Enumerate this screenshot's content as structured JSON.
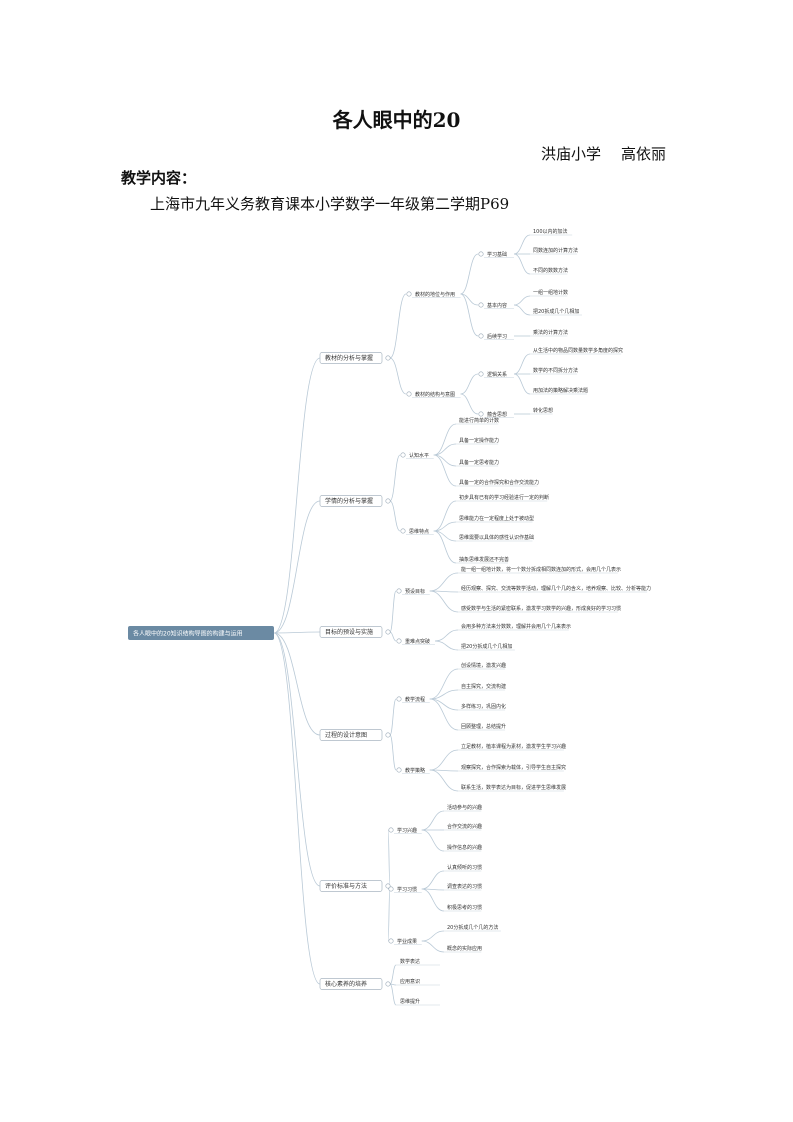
{
  "title": "各人眼中的20",
  "author": {
    "school": "洪庙小学",
    "name": "高依丽"
  },
  "section_label": "教学内容：",
  "course_ref": "上海市九年义务教育课本小学数学一年级第二学期P69",
  "mindmap": {
    "root": "各人眼中的20知识结构导图的构建与运用",
    "branches": [
      {
        "label": "教材的分析与掌握",
        "children": [
          {
            "label": "教材的地位与作用",
            "children": [
              {
                "label": "学习基础",
                "children": [
                  "100以内的加法",
                  "同数连加的计算方法",
                  "不同的数数方法"
                ]
              },
              {
                "label": "基本内容",
                "children": [
                  "一组一组地计数",
                  "把20拆成几个几相加"
                ]
              },
              {
                "label": "后续学习",
                "children": [
                  "乘法的计算方法"
                ]
              }
            ]
          },
          {
            "label": "教材的结构与意图",
            "children": [
              {
                "label": "逻辑关系",
                "children": [
                  "从生活中的物品同数量数学多角度的探究",
                  "数学的不同拆分方法",
                  "用加法的策略解决乘法题"
                ]
              },
              {
                "label": "蕴含思想",
                "children": [
                  "转化思想"
                ]
              }
            ]
          }
        ]
      },
      {
        "label": "学情的分析与掌握",
        "children": [
          {
            "label": "认知水平",
            "children": [
              "能进行简单的计数",
              "具备一定操作能力",
              "具备一定思考能力",
              "具备一定的合作探究和合作交流能力"
            ]
          },
          {
            "label": "思维特点",
            "children": [
              "初步具有已有的学习经验进行一定的判断",
              "思维能力在一定程度上处于被动型",
              "思维需要以具体的感性认识作基础",
              "抽象思维发展还不完善"
            ]
          }
        ]
      },
      {
        "label": "目标的预设与实施",
        "children": [
          {
            "label": "预设目标",
            "children": [
              "能一组一组地计数，将一个数分拆成相同数连加的形式，会用几个几表示",
              "经历观察、探究、交流等数学活动，理解几个几的含义，培养观察、比较、分析等能力",
              "感受数学与生活的紧密联系，激发学习数学的兴趣，形成良好的学习习惯"
            ]
          },
          {
            "label": "重难点突破",
            "children": [
              "会用多种方法来分数数，理解并会用几个几来表示",
              "把20分拆成几个几相加"
            ]
          }
        ]
      },
      {
        "label": "过程的设计意图",
        "children": [
          {
            "label": "教学流程",
            "children": [
              "创设情境，激发兴趣",
              "自主探究，交流构建",
              "多样练习，巩固内化",
              "回顾整理，总结提升"
            ]
          },
          {
            "label": "教学策略",
            "children": [
              "立足教材，植本课程为素材，激发学生学习兴趣",
              "观察探究，合作探索为载体，引导学生自主探究",
              "联系生活，数学表达为目标，促进学生思维发展"
            ]
          }
        ]
      },
      {
        "label": "评价标准与方法",
        "children": [
          {
            "label": "学习兴趣",
            "children": [
              "活动参与的兴趣",
              "合作交流的兴趣",
              "操作信息的兴趣"
            ]
          },
          {
            "label": "学习习惯",
            "children": [
              "认真倾听的习惯",
              "调查表达的习惯",
              "积极思考的习惯"
            ]
          },
          {
            "label": "学业成果",
            "children": [
              "20分拆成几个几的方法",
              "概念的实际应用"
            ]
          }
        ]
      },
      {
        "label": "核心素养的培养",
        "children": [
          "数学表达",
          "应用意识",
          "思维提升"
        ]
      }
    ]
  }
}
